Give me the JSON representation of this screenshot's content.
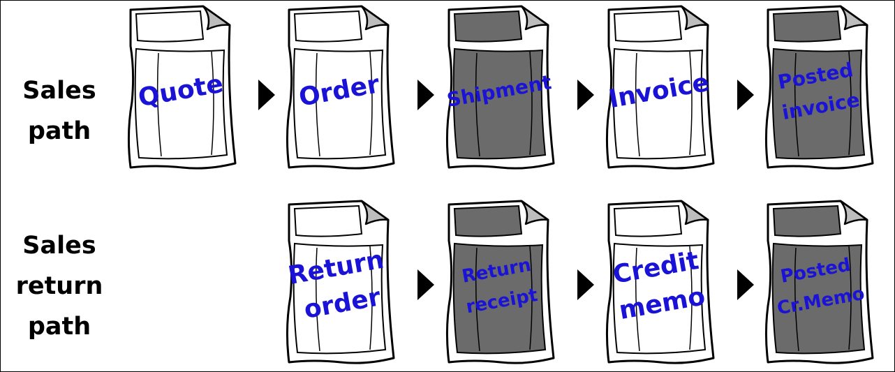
{
  "colors": {
    "text_blue": "#1a13d6",
    "draft_fill": "#ffffff",
    "posted_fill": "#6b6b6b",
    "fold_fill": "#bdbdbd"
  },
  "rows": {
    "sales": {
      "label_lines": [
        "Sales",
        "path"
      ],
      "docs": [
        {
          "lines": [
            "Quote"
          ],
          "style": "draft"
        },
        {
          "lines": [
            "Order"
          ],
          "style": "draft"
        },
        {
          "lines": [
            "Shipment"
          ],
          "style": "posted"
        },
        {
          "lines": [
            "Invoice"
          ],
          "style": "draft"
        },
        {
          "lines": [
            "Posted",
            "invoice"
          ],
          "style": "posted"
        }
      ]
    },
    "return": {
      "label_lines": [
        "Sales",
        "return",
        "path"
      ],
      "docs": [
        {
          "lines": [
            "Return",
            "order"
          ],
          "style": "draft"
        },
        {
          "lines": [
            "Return",
            "receipt"
          ],
          "style": "posted"
        },
        {
          "lines": [
            "Credit",
            "memo"
          ],
          "style": "draft"
        },
        {
          "lines": [
            "Posted",
            "Cr.Memo"
          ],
          "style": "posted"
        }
      ]
    }
  }
}
